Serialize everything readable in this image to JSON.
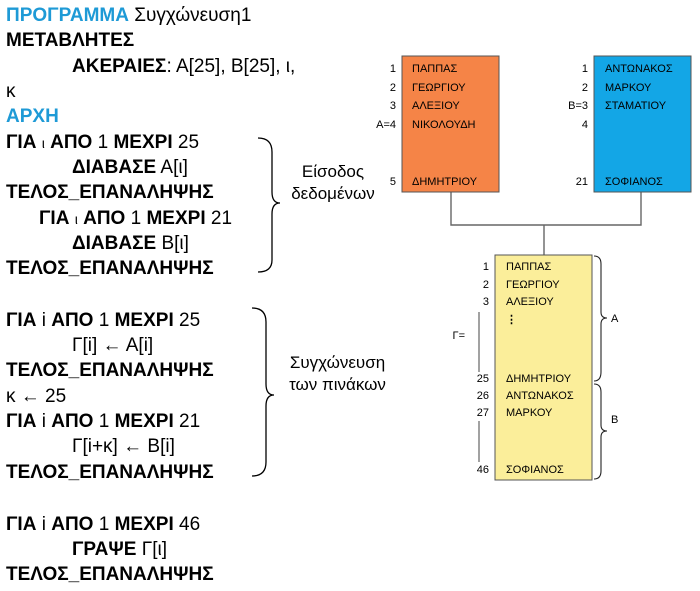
{
  "program": {
    "title_kw": "ΠΡΟΓΡΑΜΜΑ",
    "title_name": "Συγχώνευση1",
    "vars_kw": "ΜΕΤΑΒΛΗΤΕΣ",
    "int_kw": "ΑΚΕΡΑΙΕΣ",
    "int_list": ": Α[25], Β[25], ι,",
    "int_list_cont": "κ",
    "begin_kw": "ΑΡΧΗ",
    "for_kw": "ΓΙΑ",
    "from_kw": "ΑΠΟ",
    "to_kw": "ΜΕΧΡΙ",
    "read_kw": "ΔΙΑΒΑΣΕ",
    "endloop_kw": "ΤΕΛΟΣ_ΕΠΑΝΑΛΗΨΗΣ",
    "write_kw": "ΓΡΑΨΕ",
    "i_var": "ι",
    "i_var_latin": "i",
    "one": "1",
    "n25": "25",
    "n21": "21",
    "n46": "46",
    "read_a": "Α[ι]",
    "read_b": "Β[ι]",
    "assign1": "Γ[i] ← Α[i]",
    "assign_k": "κ ← 25",
    "assign2": "Γ[i+κ] ← Β[i]",
    "write_g": "Γ[ι]"
  },
  "annotations": {
    "input_line1": "Είσοδος",
    "input_line2": "δεδομένων",
    "merge_line1": "Συγχώνευση",
    "merge_line2": "των πινάκων"
  },
  "diagram": {
    "array_a": {
      "color": "#f58447",
      "label": "Α=4",
      "indices": [
        "1",
        "2",
        "3",
        "5"
      ],
      "names": [
        "ΠΑΠΠΑΣ",
        "ΓΕΩΡΓΙΟΥ",
        "ΑΛΕΞΙΟΥ",
        "ΝΙΚΟΛΟΥΔΗ",
        "ΔΗΜΗΤΡΙΟΥ"
      ]
    },
    "array_b": {
      "color": "#13a6e6",
      "label": "Β=3",
      "indices": [
        "1",
        "2",
        "4",
        "21"
      ],
      "names": [
        "ΑΝΤΩΝΑΚΟΣ",
        "ΜΑΡΚΟΥ",
        "ΣΤΑΜΑΤΙΟΥ",
        "ΣΟΦΙΑΝΟΣ"
      ]
    },
    "array_g": {
      "color": "#fbee9a",
      "label": "Γ=",
      "indices": [
        "1",
        "2",
        "3",
        "25",
        "26",
        "27",
        "46"
      ],
      "names": [
        "ΠΑΠΠΑΣ",
        "ΓΕΩΡΓΙΟΥ",
        "ΑΛΕΞΙΟΥ",
        "ΔΗΜΗΤΡΙΟΥ",
        "ΑΝΤΩΝΑΚΟΣ",
        "ΜΑΡΚΟΥ",
        "ΣΟΦΙΑΝΟΣ"
      ],
      "dots": "⋮",
      "brace_a": "Α",
      "brace_b": "Β"
    }
  }
}
